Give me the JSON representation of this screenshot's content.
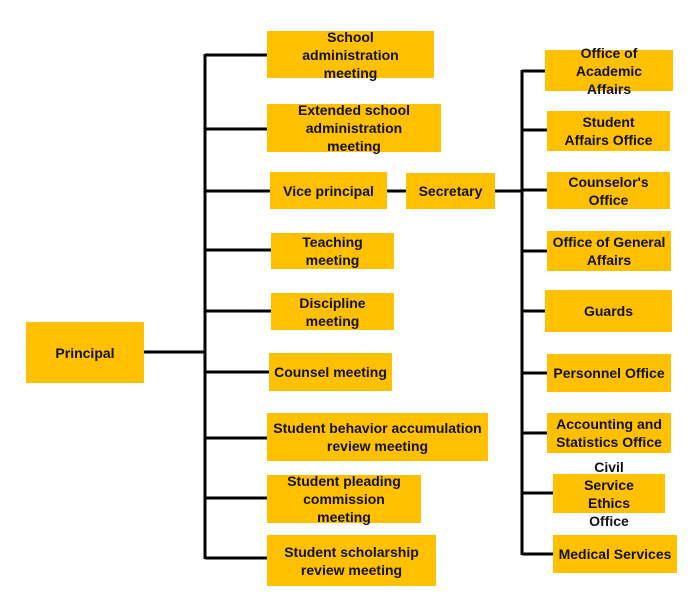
{
  "root": {
    "label": "Principal"
  },
  "meetings": [
    {
      "label": "School administration meeting"
    },
    {
      "label": "Extended school administration meeting"
    },
    {
      "label": "Vice principal"
    },
    {
      "label": "Teaching meeting"
    },
    {
      "label": "Discipline meeting"
    },
    {
      "label": "Counsel meeting"
    },
    {
      "label": "Student behavior accumulation review meeting"
    },
    {
      "label": "Student pleading commission meeting"
    },
    {
      "label": "Student scholarship review meeting"
    }
  ],
  "secretary": {
    "label": "Secretary"
  },
  "offices": [
    {
      "label": "Office of Academic Affairs"
    },
    {
      "label": "Student Affairs Office"
    },
    {
      "label": "Counselor's Office"
    },
    {
      "label": "Office of General Affairs"
    },
    {
      "label": "Guards"
    },
    {
      "label": "Personnel Office"
    },
    {
      "label": "Accounting and Statistics Office"
    },
    {
      "label": "Civil Service Ethics Office"
    },
    {
      "label": "Medical Services"
    }
  ],
  "colors": {
    "box": "#ffc000",
    "line": "#000000",
    "text": "#111111"
  }
}
